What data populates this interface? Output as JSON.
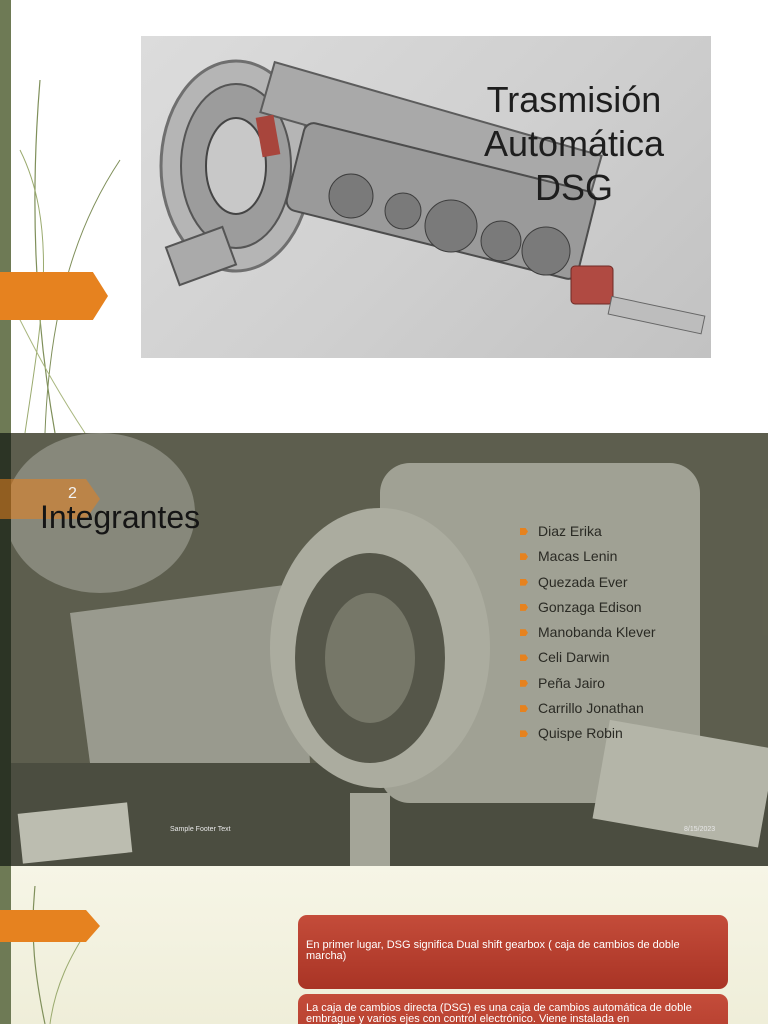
{
  "slide1": {
    "title_lines": [
      "Trasmisión",
      "Automática",
      "DSG"
    ]
  },
  "slide2": {
    "slide_number": "2",
    "title": "Integrantes",
    "members": [
      "Diaz Erika",
      "Macas Lenin",
      "Quezada Ever",
      "Gonzaga Edison",
      "Manobanda Klever",
      "Celi Darwin",
      "Peña Jairo",
      "Carrillo Jonathan",
      "Quispe Robin"
    ],
    "footer_text": "Sample Footer Text",
    "footer_date": "8/15/2023"
  },
  "slide3": {
    "box1_text": "En primer lugar, DSG significa   Dual shift gearbox ( caja de cambios de doble marcha)",
    "box2_text": "La caja de cambios directa (DSG) es una caja de cambios automática de doble embrague y varios ejes con control electrónico. Viene instalada en"
  },
  "colors": {
    "accent": "#e6821f",
    "bar": "#6e7a55",
    "box": "#b63c2d"
  }
}
